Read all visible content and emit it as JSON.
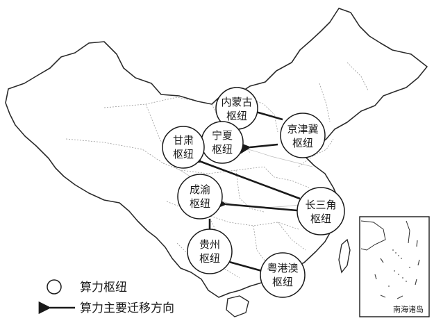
{
  "hubs": {
    "neimenggu": {
      "line1": "内蒙古",
      "line2": "枢纽"
    },
    "jingjinji": {
      "line1": "京津冀",
      "line2": "枢纽"
    },
    "ningxia": {
      "line1": "宁夏",
      "line2": "枢纽"
    },
    "gansu": {
      "line1": "甘肃",
      "line2": "枢纽"
    },
    "chengyu": {
      "line1": "成渝",
      "line2": "枢纽"
    },
    "changsanjiao": {
      "line1": "长三角",
      "line2": "枢纽"
    },
    "guizhou": {
      "line1": "贵州",
      "line2": "枢纽"
    },
    "yuegangao": {
      "line1": "粤港澳",
      "line2": "枢纽"
    }
  },
  "legend": {
    "hub_label": "算力枢纽",
    "arrow_label": "算力主要迁移方向"
  },
  "inset": {
    "label": "南海诸岛"
  },
  "flows": [
    {
      "from": "京津冀",
      "to": "内蒙古"
    },
    {
      "from": "京津冀",
      "to": "宁夏"
    },
    {
      "from": "长三角",
      "to": "甘肃"
    },
    {
      "from": "长三角",
      "to": "成渝"
    },
    {
      "from": "成渝",
      "to": "贵州"
    },
    {
      "from": "粤港澳",
      "to": "贵州"
    }
  ],
  "colors": {
    "ink": "#1a1a1a",
    "hub_fill": "#ffffff"
  }
}
